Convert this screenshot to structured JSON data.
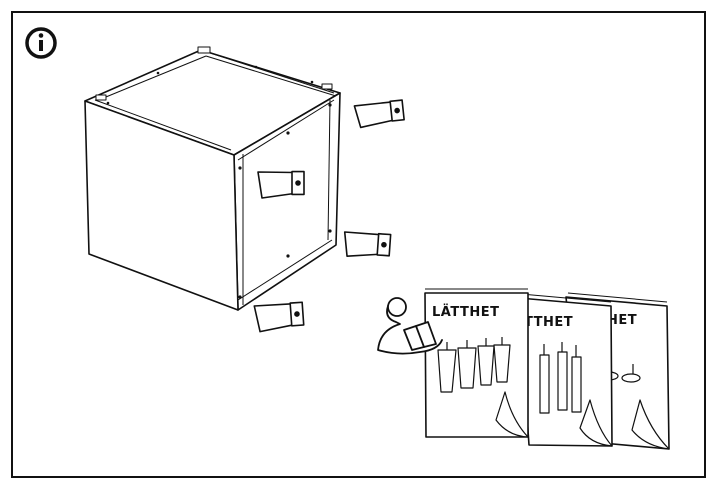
{
  "info_badge": {
    "icon": "info-icon",
    "glyph": "i"
  },
  "cabinet": {
    "icon": "cabinet-frame"
  },
  "legs": {
    "count": 4,
    "icon": "cabinet-leg-icon"
  },
  "booklets": [
    {
      "title": "LÄTTHET"
    },
    {
      "title": "TTHET"
    },
    {
      "title": "HET"
    }
  ],
  "reader": {
    "icon": "reading-person-icon"
  }
}
